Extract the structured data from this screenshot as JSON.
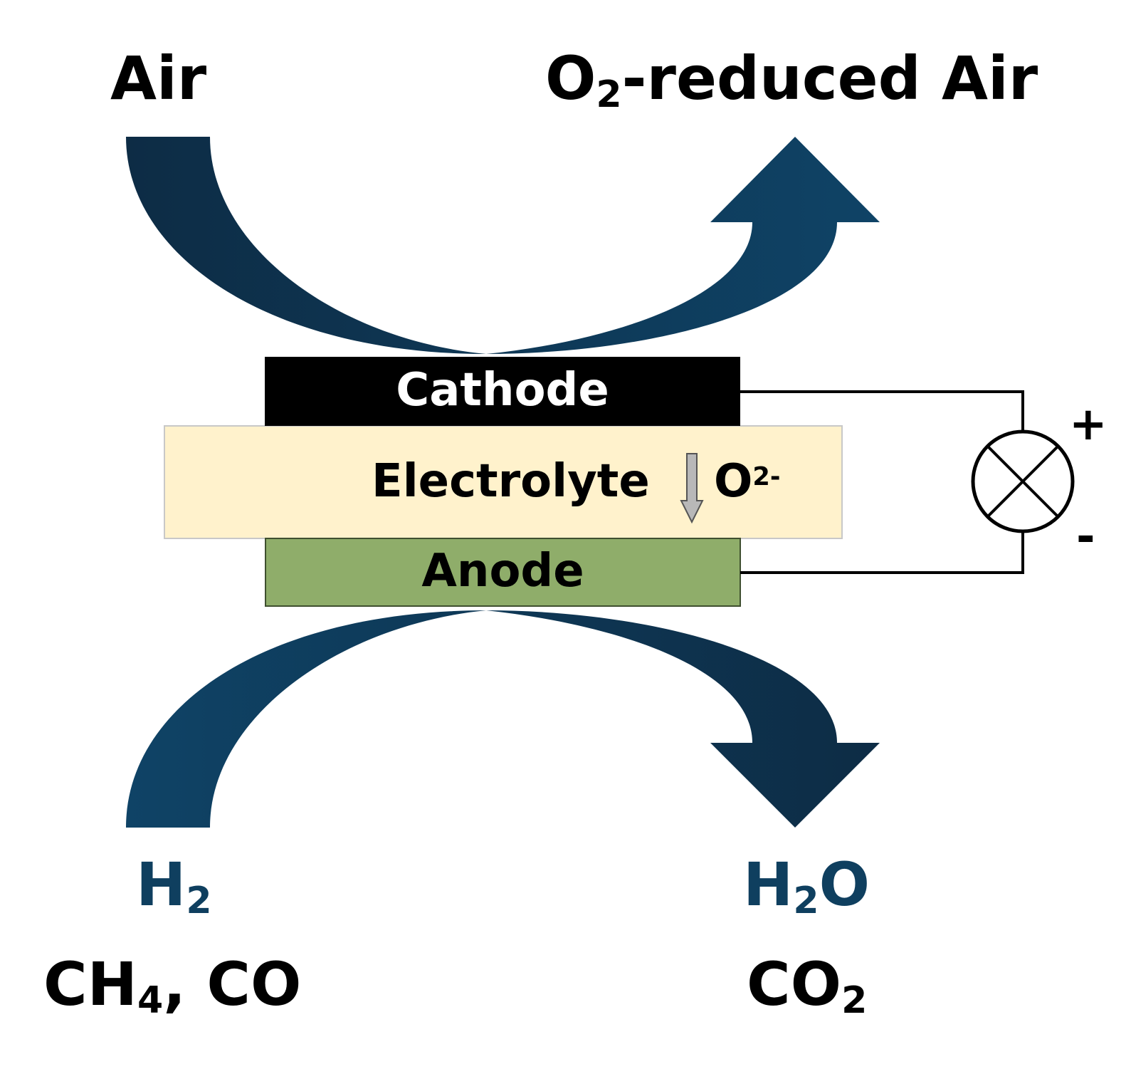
{
  "colors": {
    "arrow_dark": "#0d2c45",
    "arrow_light": "#0f4366",
    "cathode": "#000000",
    "electrolyte": "#fff2cc",
    "anode": "#8fad6a",
    "fuel_text": "#0f3f5f"
  },
  "labels": {
    "air_in": "Air",
    "air_out_prefix": "O",
    "air_out_sub": "2",
    "air_out_suffix": "-reduced Air",
    "cathode": "Cathode",
    "electrolyte": "Electrolyte",
    "ion_base": "O",
    "ion_charge": "2-",
    "anode": "Anode",
    "plus": "+",
    "minus": "-",
    "fuel_h_base": "H",
    "fuel_h_sub": "2",
    "fuel_line2_a": "CH",
    "fuel_line2_sub": "4",
    "fuel_line2_b": ", CO",
    "product_h_base": "H",
    "product_h_sub": "2",
    "product_h_suffix": "O",
    "product_line2_base": "CO",
    "product_line2_sub": "2"
  },
  "icons": {
    "load": "lamp-x-circle-icon",
    "ion_arrow": "down-arrow-icon"
  }
}
